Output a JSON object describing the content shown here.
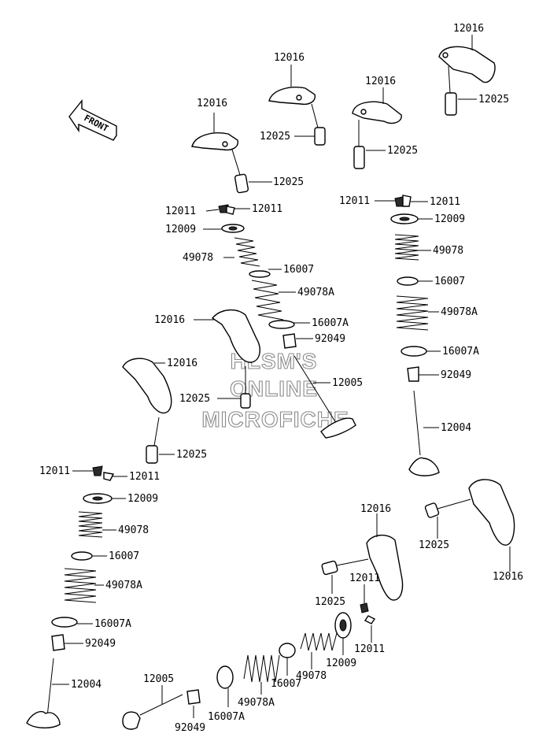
{
  "watermark": {
    "line1": "HLSM'S",
    "line2": "ONLINE",
    "line3": "MICROFICHE"
  },
  "front_arrow_label": "FRONT",
  "labels": {
    "a1": "12016",
    "a2": "12016",
    "a3": "12016",
    "a4": "12016",
    "a5": "12025",
    "a6": "12025",
    "a7": "12025",
    "a8": "12025",
    "b1": "12011",
    "b2": "12011",
    "b3": "12009",
    "b4": "49078",
    "b5": "16007",
    "b6": "49078A",
    "b7": "16007A",
    "b8": "92049",
    "b9": "12005",
    "b10": "12016",
    "b11": "12025",
    "c1": "12011",
    "c2": "12011",
    "c3": "12009",
    "c4": "49078",
    "c5": "16007",
    "c6": "49078A",
    "c7": "16007A",
    "c8": "92049",
    "c9": "12004",
    "d1": "12016",
    "d2": "12025",
    "d3": "12011",
    "d4": "12011",
    "d5": "12009",
    "d6": "49078",
    "d7": "16007",
    "d8": "49078A",
    "d9": "16007A",
    "d10": "92049",
    "d11": "12004",
    "e1": "12016",
    "e2": "12025",
    "e3": "12016",
    "e4": "12025",
    "e5": "12011",
    "e6": "12011",
    "e7": "12009",
    "e8": "49078",
    "e9": "16007",
    "e10": "49078A",
    "e11": "16007A",
    "e12": "92049",
    "e13": "12005"
  }
}
